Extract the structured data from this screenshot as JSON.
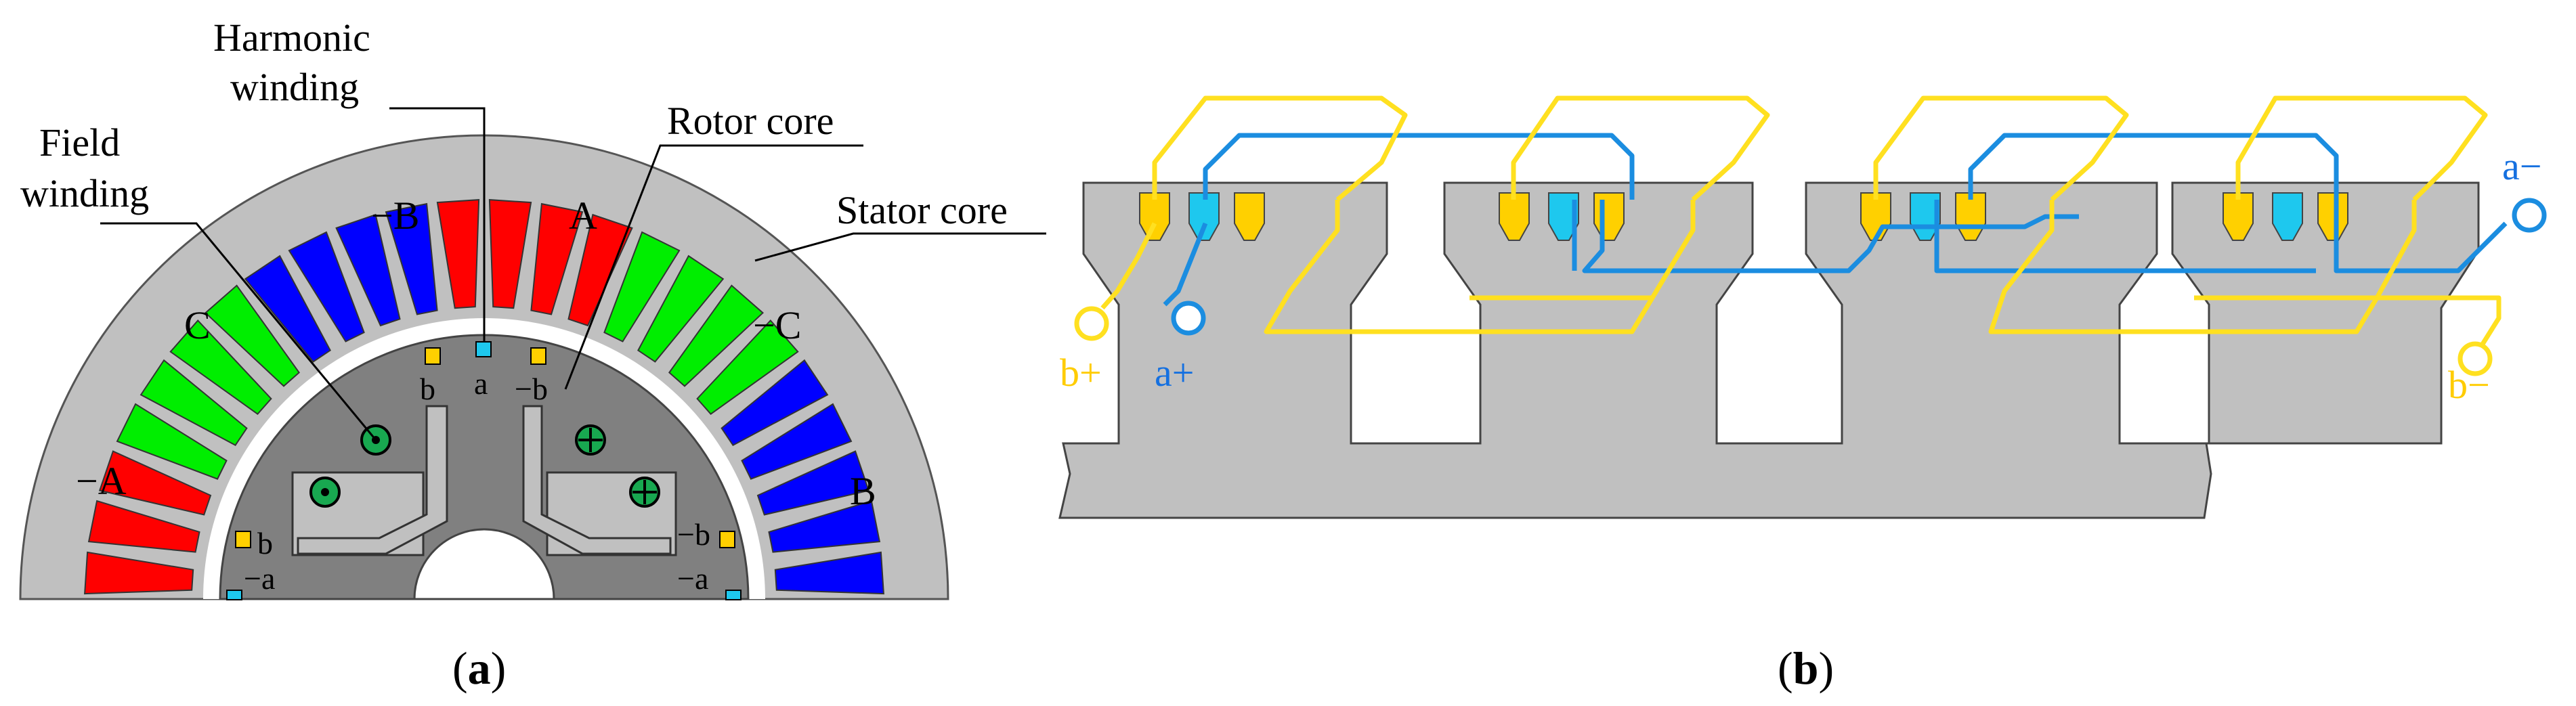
{
  "panel_a": {
    "callouts": {
      "harmonic_winding": [
        "Harmonic",
        "winding"
      ],
      "field_winding": [
        "Field",
        "winding"
      ],
      "rotor_core": "Rotor core",
      "stator_core": "Stator core"
    },
    "phases": {
      "neg_b": "−B",
      "a": "A",
      "c": "C",
      "neg_c": "−C",
      "neg_a": "−A",
      "b": "B"
    },
    "rotor_slots": {
      "b_left": "b",
      "a_top": "a",
      "neg_b_top": "−b",
      "b_low_left": "b",
      "neg_b_low_right": "−b",
      "neg_a_left": "−a",
      "neg_a_right": "−a"
    },
    "caption": {
      "open": "(",
      "letter": "a",
      "close": ")"
    }
  },
  "panel_b": {
    "terminals": {
      "b_plus": "b+",
      "a_plus": "a+",
      "a_minus": "a−",
      "b_minus": "b−"
    },
    "caption": {
      "open": "(",
      "letter": "b",
      "close": ")"
    }
  },
  "colors": {
    "phase_a": "#ff0000",
    "phase_b": "#0000ff",
    "phase_c": "#00ee00",
    "stator": "#c0c0c0",
    "rotor": "#808080",
    "harmonic_a": "#1ba8e0",
    "harmonic_b": "#ffe020",
    "conductor_b": "#ffd000",
    "conductor_a": "#1ec8ee"
  }
}
